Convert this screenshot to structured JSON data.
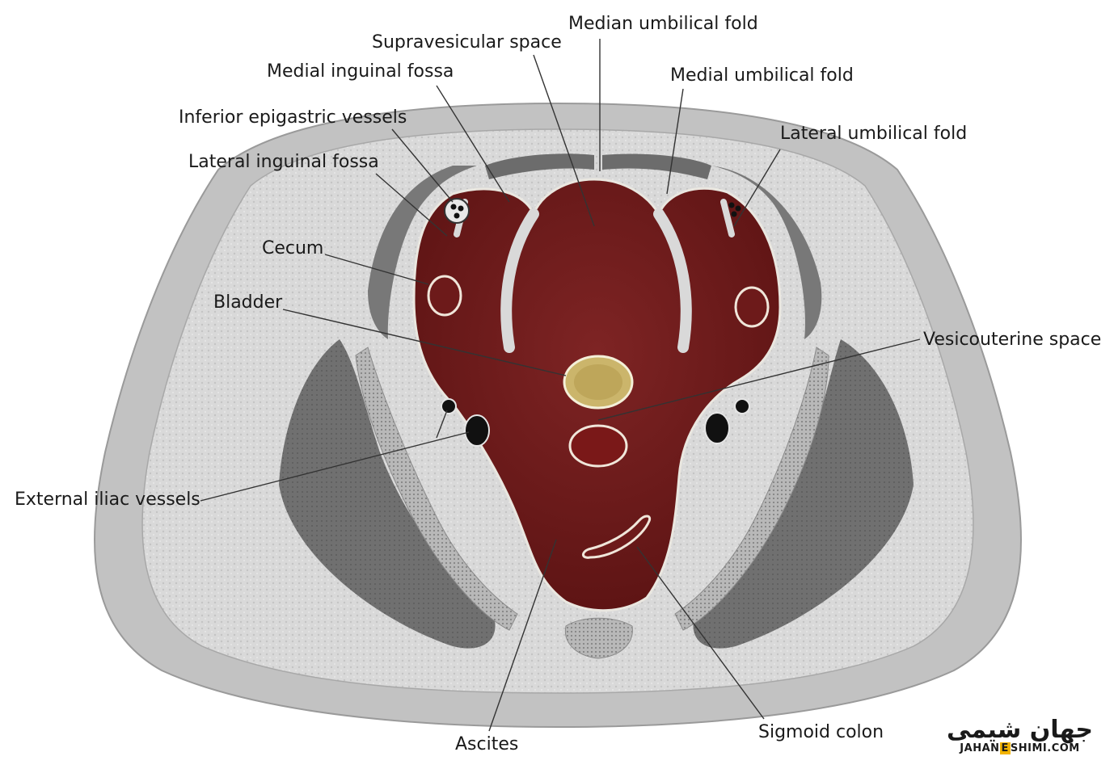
{
  "diagram": {
    "labels": {
      "median_umbilical_fold": "Median umbilical fold",
      "supravesicular_space": "Supravesicular space",
      "medial_inguinal_fossa": "Medial inguinal fossa",
      "medial_umbilical_fold": "Medial umbilical fold",
      "inferior_epigastric_vessels": "Inferior epigastric vessels",
      "lateral_umbilical_fold": "Lateral umbilical fold",
      "lateral_inguinal_fossa": "Lateral inguinal fossa",
      "cecum": "Cecum",
      "bladder": "Bladder",
      "vesicouterine_space": "Vesicouterine space",
      "external_iliac_vessels": "External iliac vessels",
      "ascites": "Ascites",
      "sigmoid_colon": "Sigmoid colon"
    }
  },
  "watermark": {
    "arabic": "جهان شیمی",
    "latin_pre": "JAHAN",
    "latin_e": "E",
    "latin_post": "SHIMI.COM"
  },
  "colors": {
    "ascites": "#7a1c1c",
    "skin": "#c8c8c8",
    "fat": "#d8d8d8",
    "muscle": "#6a6a6a",
    "bladder": "#d4c07a",
    "logo_accent": "#f2b300"
  }
}
